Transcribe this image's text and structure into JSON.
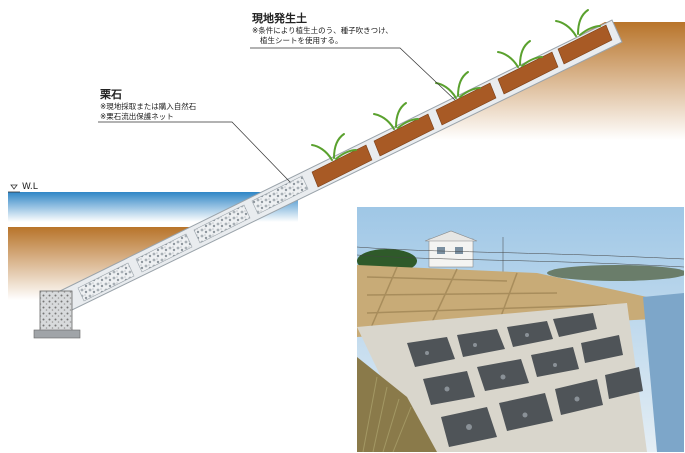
{
  "labels": {
    "soil": {
      "title": "現地発生土",
      "notes": [
        "※条件により植生土のう、種子吹きつけ、",
        "植生シートを使用する。"
      ]
    },
    "gravel": {
      "title": "栗石",
      "notes": [
        "※現地採取または購入自然石",
        "※栗石流出保護ネット"
      ]
    },
    "water_level": "W.L"
  },
  "colors": {
    "water_top": "#2f86c6",
    "water_bottom": "#ffffff",
    "soil_top": "#b8742a",
    "soil_bottom": "#ffffff",
    "block": "#e9ecef",
    "block_edge": "#9aa3aa",
    "soil_bag": "#a85a25",
    "plant": "#6ab53a",
    "gravel": "#d7dbdf"
  },
  "photo": {
    "description_icons": [
      "sky",
      "house",
      "soil-slope",
      "concrete-grid",
      "stones",
      "river",
      "grass"
    ]
  }
}
